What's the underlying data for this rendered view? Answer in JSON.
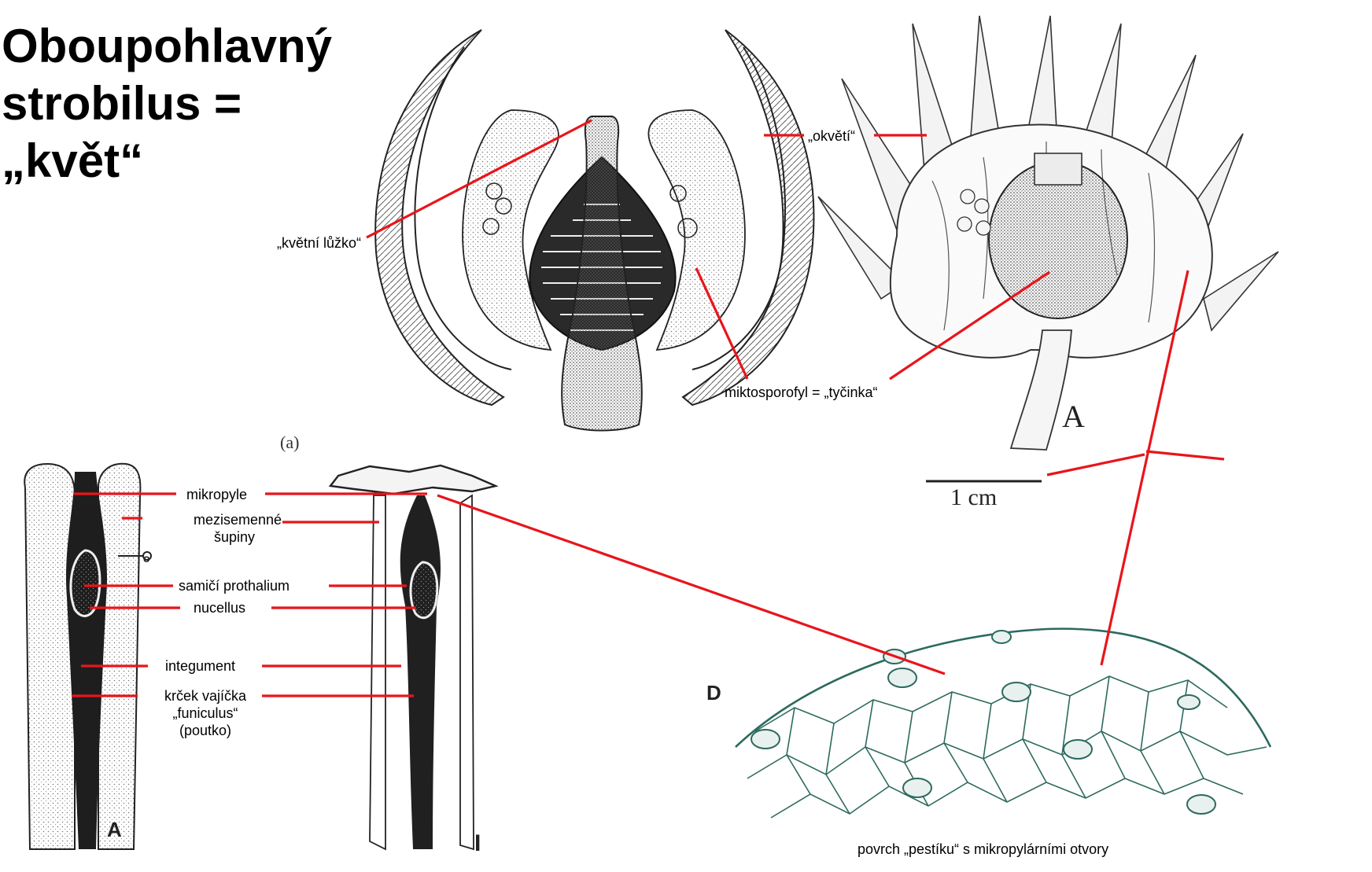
{
  "title_lines": [
    "Oboupohlavný",
    "strobilus =",
    "„květ“"
  ],
  "labels": {
    "kvetni_luzko": "„květní lůžko“",
    "okveti": "„okvětí“",
    "miktosporofyl": "miktosporofyl = „tyčinka“",
    "mikropyle": "mikropyle",
    "mezisemenne_1": "mezisemenné",
    "mezisemenne_2": "šupiny",
    "samici_prothalium": "samičí prothalium",
    "nucellus": "nucellus",
    "integument": "integument",
    "krcek_1": "krček vajíčka",
    "krcek_2": "„funiculus“",
    "krcek_3": "(poutko)",
    "povrch": "povrch „pestíku“ s mikropylárními otvory"
  },
  "figure_letters": {
    "a": "(a)",
    "A_top": "A",
    "scale": "1 cm",
    "o": "o",
    "A_bottom": "A",
    "I": "I",
    "D": "D"
  },
  "colors": {
    "leader": "#e8151b",
    "ink": "#111111",
    "stipple": "#8a8a8a",
    "ovule_surface": "#2c6a5e"
  }
}
